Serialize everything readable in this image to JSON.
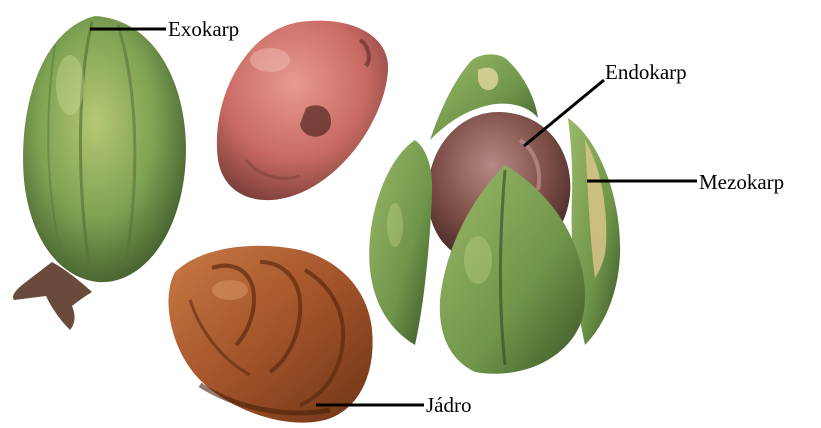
{
  "labels": {
    "exocarp": "Exokarp",
    "endocarp": "Endokarp",
    "mesocarp": "Mezokarp",
    "kernel": "Jádro"
  },
  "colors": {
    "leader_line": "#000000",
    "husk_green": "#7fa257",
    "nut_shell_red": "#c26a64",
    "endocarp_brown": "#7a4a44",
    "kernel_brown": "#a4542a"
  }
}
